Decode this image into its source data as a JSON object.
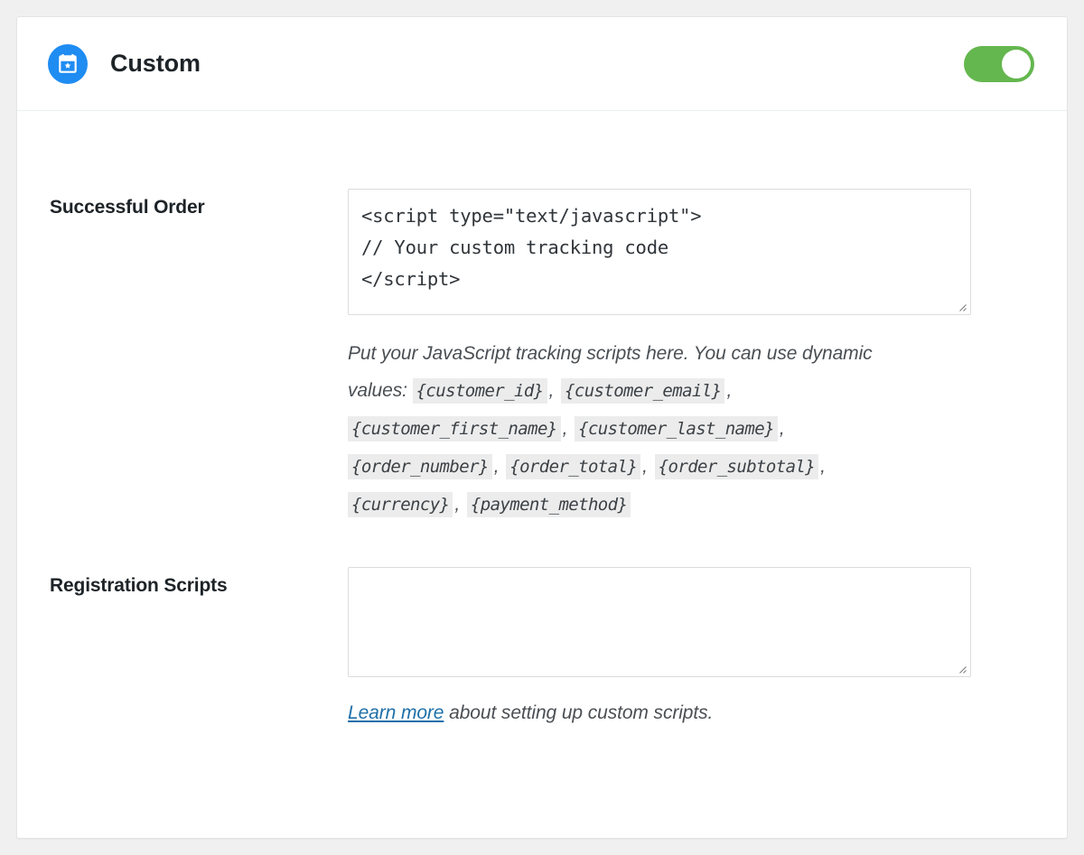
{
  "header": {
    "icon": "calendar-star-icon",
    "title": "Custom",
    "toggle": {
      "name": "enable-custom-toggle",
      "state": "on",
      "color_on": "#64b74e",
      "knob_color": "#ffffff"
    },
    "icon_background": "#1f8cf2"
  },
  "fields": [
    {
      "label": "Successful Order",
      "value": "<script type=\"text/javascript\">\n// Your custom tracking code\n</script>",
      "placeholder": ""
    },
    {
      "label": "Registration Scripts",
      "value": "",
      "placeholder": ""
    }
  ],
  "help": {
    "intro": "Put your JavaScript tracking scripts here. You can use dynamic values:",
    "tokens": [
      "{customer_id}",
      "{customer_email}",
      "{customer_first_name}",
      "{customer_last_name}",
      "{order_number}",
      "{order_total}",
      "{order_subtotal}",
      "{currency}",
      "{payment_method}"
    ],
    "separator": ","
  },
  "footer": {
    "link_label": "Learn more",
    "link_suffix": "about setting up custom scripts.",
    "link_color": "#1f70a8"
  },
  "colors": {
    "page_background": "#f0f0f0",
    "card_background": "#ffffff",
    "card_border": "#e4e4e4",
    "token_highlight": "#ececec",
    "input_border": "#dcdcdc",
    "text_primary": "#1d2327",
    "text_muted": "#4a4f54"
  }
}
